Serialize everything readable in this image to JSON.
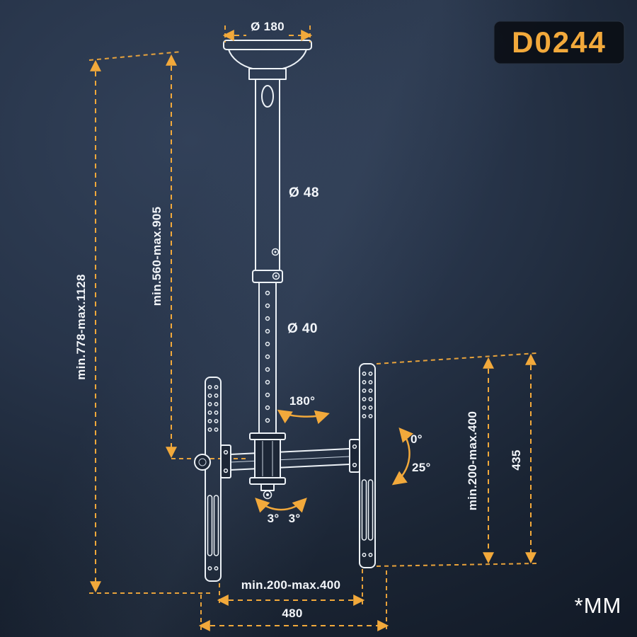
{
  "badge": {
    "model": "D0244"
  },
  "units": {
    "label": "*MM"
  },
  "labels": {
    "plate_diameter": "Ø 180",
    "upper_pole_diameter": "Ø 48",
    "lower_pole_diameter": "Ø 40",
    "rotation": "180°",
    "height_overall": "min.778-max.1128",
    "height_pole": "min.560-max.905",
    "vesa_vertical": "min.200-max.400",
    "bracket_height": "435",
    "tilt_min": "0°",
    "tilt_max": "25°",
    "swivel_left": "3°",
    "swivel_right": "3°",
    "vesa_horizontal": "min.200-max.400",
    "bracket_width": "480"
  },
  "colors": {
    "accent": "#f2a93b",
    "line": "#edf2f7"
  }
}
